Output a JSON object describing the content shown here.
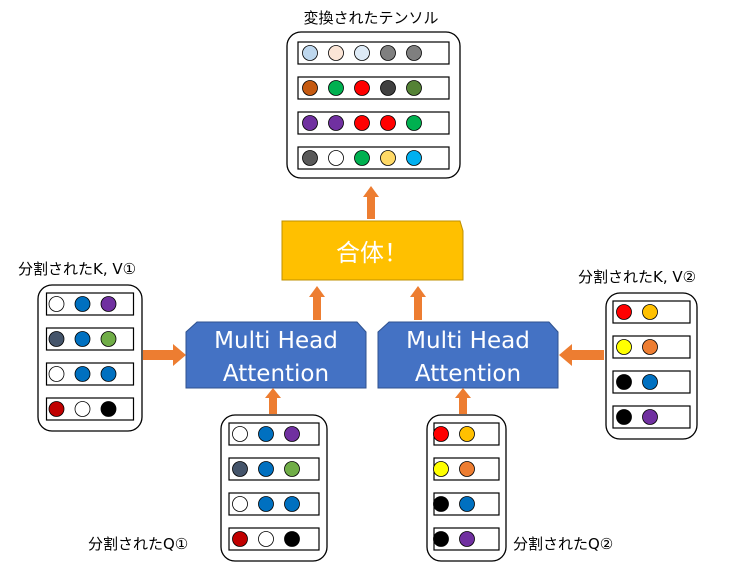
{
  "labels": {
    "output": "変換されたテンソル",
    "kv1": "分割されたK, V①",
    "kv2": "分割されたK, V②",
    "q1": "分割されたQ①",
    "q2": "分割されたQ②"
  },
  "merge": {
    "label": "合体！"
  },
  "attention": {
    "left": {
      "line1": "Multi Head",
      "line2": "Attention"
    },
    "right": {
      "line1": "Multi Head",
      "line2": "Attention"
    }
  },
  "colors": {
    "attention_fill": "#4472c4",
    "merge_fill": "#ffc000",
    "arrow": "#ed7d31"
  },
  "tensors": {
    "output": [
      [
        "#bdd7ee",
        "#fbe5d6",
        "#deebf7",
        "#7f7f7f",
        "#7f7f7f"
      ],
      [
        "#c55a11",
        "#00b050",
        "#ff0000",
        "#404040",
        "#548235"
      ],
      [
        "#7030a0",
        "#7030a0",
        "#ff0000",
        "#ff0000",
        "#00b050"
      ],
      [
        "#595959",
        "#ffffff",
        "#00b050",
        "#ffd966",
        "#00b0f0"
      ]
    ],
    "kv1": [
      [
        "#ffffff",
        "#0070c0",
        "#7030a0"
      ],
      [
        "#44546a",
        "#0070c0",
        "#70ad47"
      ],
      [
        "#ffffff",
        "#0070c0",
        "#0070c0"
      ],
      [
        "#c00000",
        "#ffffff",
        "#000000"
      ]
    ],
    "kv2": [
      [
        "#ff0000",
        "#ffc000"
      ],
      [
        "#ffff00",
        "#ed7d31"
      ],
      [
        "#000000",
        "#0070c0"
      ],
      [
        "#000000",
        "#7030a0"
      ]
    ],
    "q1": [
      [
        "#ffffff",
        "#0070c0",
        "#7030a0"
      ],
      [
        "#44546a",
        "#0070c0",
        "#70ad47"
      ],
      [
        "#ffffff",
        "#0070c0",
        "#0070c0"
      ],
      [
        "#c00000",
        "#ffffff",
        "#000000"
      ]
    ],
    "q2": [
      [
        "#ff0000",
        "#ffc000"
      ],
      [
        "#ffff00",
        "#ed7d31"
      ],
      [
        "#000000",
        "#0070c0"
      ],
      [
        "#000000",
        "#7030a0"
      ]
    ]
  }
}
